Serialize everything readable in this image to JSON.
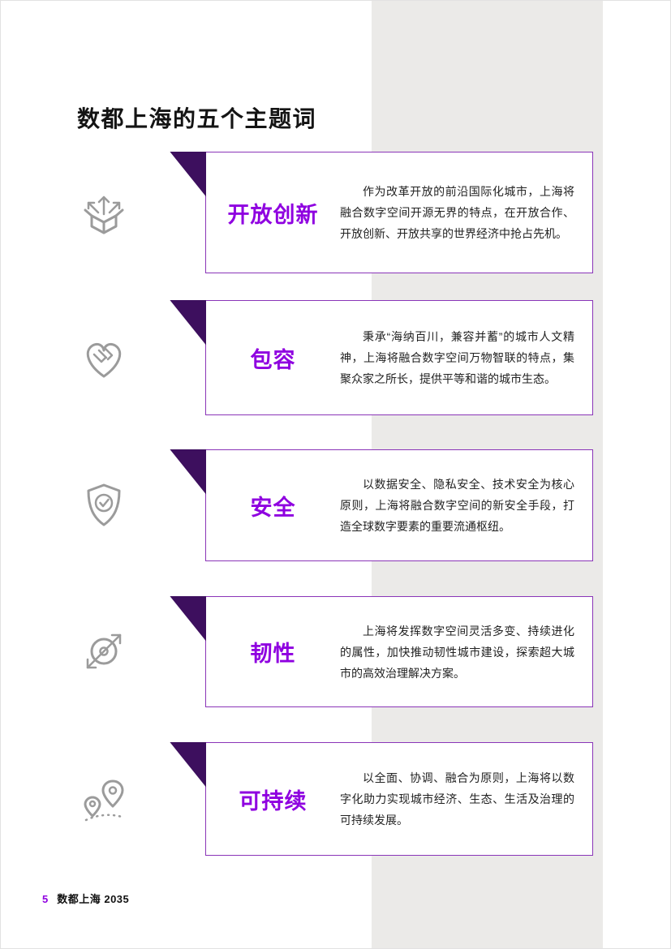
{
  "page": {
    "title": "数都上海的五个主题词",
    "footer": {
      "page_number": "5",
      "doc_title": "数都上海 2035"
    }
  },
  "themes": [
    {
      "icon": "open-box-arrows-icon",
      "keyword": "开放创新",
      "description": "作为改革开放的前沿国际化城市，上海将融合数字空间开源无界的特点，在开放合作、开放创新、开放共享的世界经济中抢占先机。"
    },
    {
      "icon": "handshake-heart-icon",
      "keyword": "包容",
      "description": "秉承“海纳百川，兼容并蓄”的城市人文精神，上海将融合数字空间万物智联的特点，集聚众家之所长，提供平等和谐的城市生态。"
    },
    {
      "icon": "shield-check-icon",
      "keyword": "安全",
      "description": "以数据安全、隐私安全、技术安全为核心原则，上海将融合数字空间的新安全手段，打造全球数字要素的重要流通枢纽。"
    },
    {
      "icon": "compass-arrow-icon",
      "keyword": "韧性",
      "description": "上海将发挥数字空间灵活多变、持续进化的属性，加快推动韧性城市建设，探索超大城市的高效治理解决方案。"
    },
    {
      "icon": "location-pins-icon",
      "keyword": "可持续",
      "description": "以全面、协调、融合为原则，上海将以数字化助力实现城市经济、生态、生活及治理的可持续发展。"
    }
  ],
  "colors": {
    "accent_purple": "#8F00E0",
    "border_purple": "#8A35B8",
    "triangle_purple": "#3D0F5E",
    "icon_gray": "#9B9B9B",
    "band_gray": "#EBEAE8"
  }
}
